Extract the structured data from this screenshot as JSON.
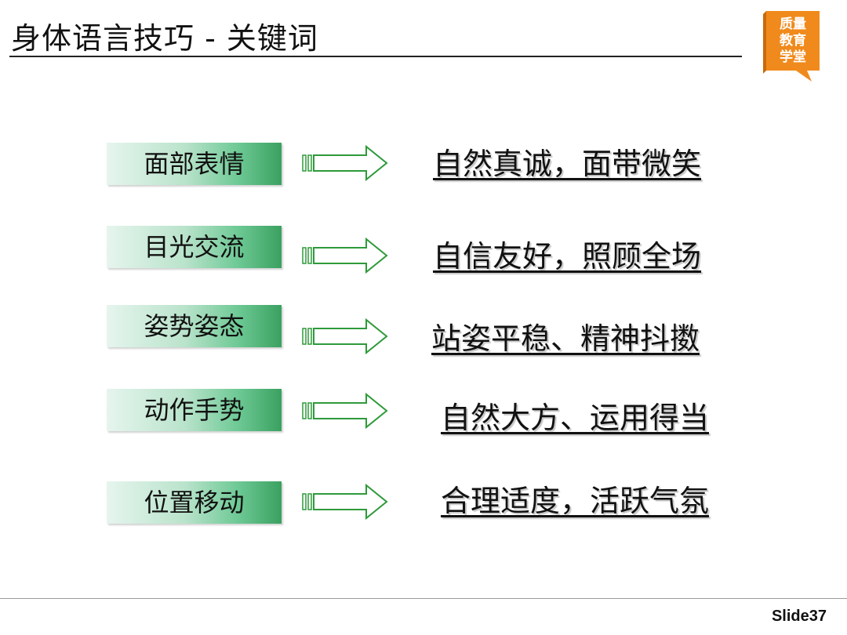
{
  "title": "身体语言技巧 - 关键词",
  "logo": {
    "lines": [
      "质量",
      "教育",
      "学堂"
    ],
    "color": "#f08a1c"
  },
  "colors": {
    "box_light": "#e6f5ee",
    "box_dark": "#3aa160",
    "arrow_stroke": "#2e9a3a"
  },
  "rows": [
    {
      "keyword": "面部表情",
      "phrase": "自然真诚，面带微笑"
    },
    {
      "keyword": "目光交流",
      "phrase": "自信友好，照顾全场"
    },
    {
      "keyword": "姿势姿态",
      "phrase": "站姿平稳、精神抖擞"
    },
    {
      "keyword": "动作手势",
      "phrase": "自然大方、运用得当"
    },
    {
      "keyword": "位置移动",
      "phrase": "合理适度，活跃气氛"
    }
  ],
  "footer": {
    "slide_label": "Slide37"
  }
}
